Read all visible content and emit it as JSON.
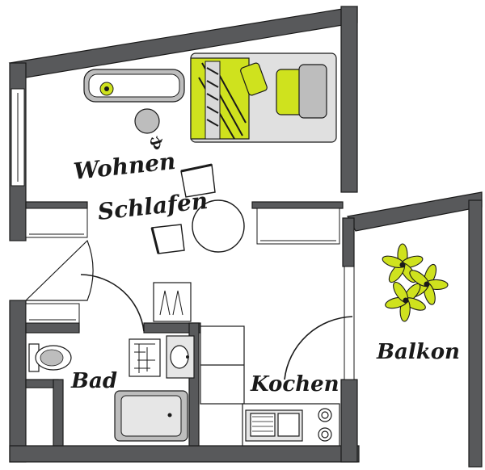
{
  "labels": {
    "wohnen": "Wohnen",
    "ampersand": "&",
    "schlafen": "Schlafen",
    "bad": "Bad",
    "kochen": "Kochen",
    "balkon": "Balkon"
  },
  "colors": {
    "wall": "#58595b",
    "line": "#1a1a1a",
    "accent": "#cfe21e",
    "furniture_grey": "#bdbdbd",
    "floor": "#ffffff"
  },
  "icons": [
    "sofa-icon",
    "bed-icon",
    "pillow-icon",
    "plant-icon",
    "toilet-icon",
    "shower-icon",
    "sink-icon",
    "bathtub-icon",
    "stove-icon",
    "kitchen-sink-icon",
    "chair-icon",
    "table-icon",
    "door-swing-icon",
    "window-icon",
    "lamp-icon"
  ]
}
